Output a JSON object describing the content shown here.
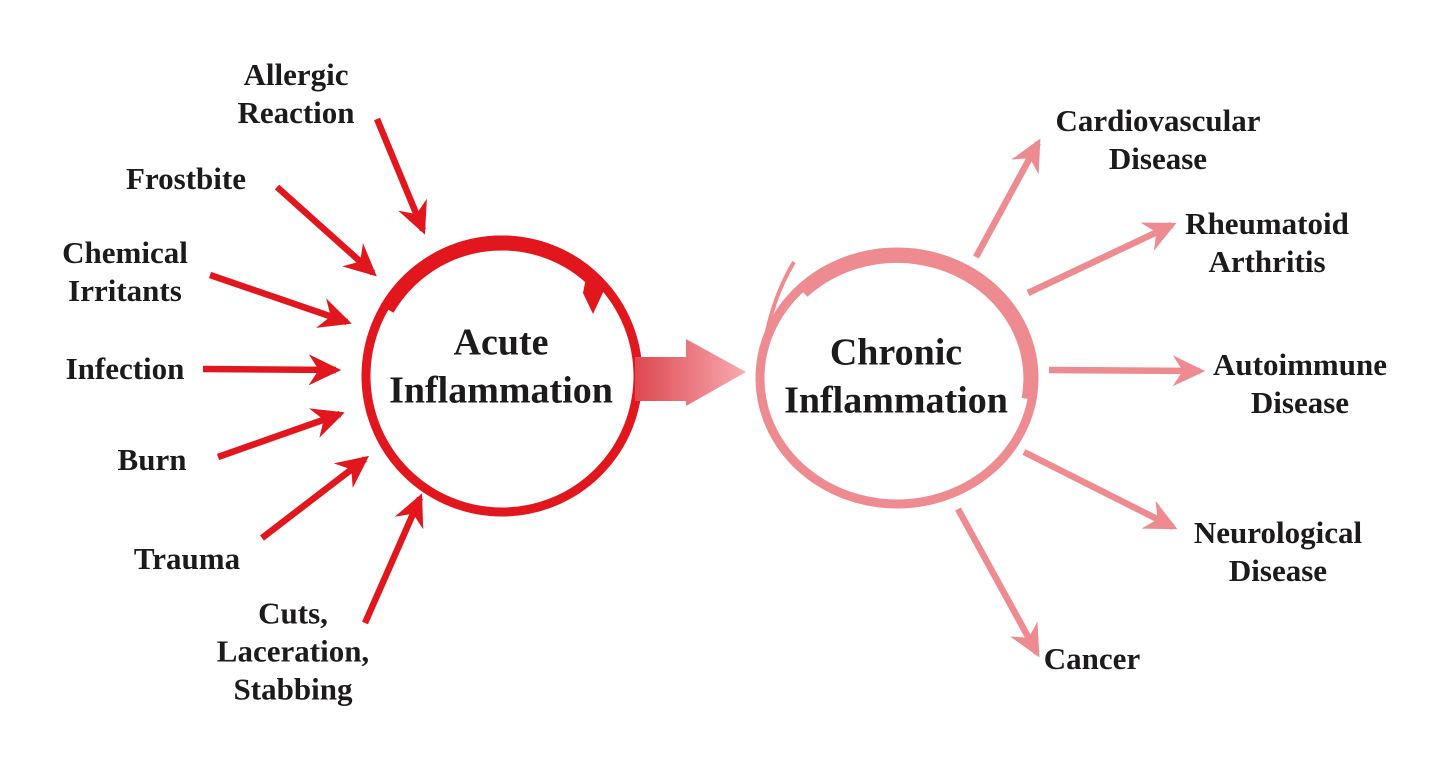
{
  "diagram": {
    "description": "Causes of acute inflammation leading to chronic inflammation and its disease outcomes",
    "colors": {
      "cause_arrow_red": "#e2161d",
      "acute_circle_red": "#e2161d",
      "outcome_arrow_pink": "#ed8b90",
      "chronic_circle_pink": "#ed8b90",
      "transition_arrow_gradient_start": "#de4750",
      "transition_arrow_gradient_end": "#f7abb0",
      "text": "#1c1a1a",
      "background": "#ffffff"
    },
    "acute_node": {
      "lines": [
        "Acute",
        "Inflammation"
      ]
    },
    "chronic_node": {
      "lines": [
        "Chronic",
        "Inflammation"
      ]
    },
    "causes": [
      {
        "id": "allergic-reaction",
        "lines": [
          "Allergic",
          "Reaction"
        ]
      },
      {
        "id": "frostbite",
        "lines": [
          "Frostbite"
        ]
      },
      {
        "id": "chemical-irritants",
        "lines": [
          "Chemical",
          "Irritants"
        ]
      },
      {
        "id": "infection",
        "lines": [
          "Infection"
        ]
      },
      {
        "id": "burn",
        "lines": [
          "Burn"
        ]
      },
      {
        "id": "trauma",
        "lines": [
          "Trauma"
        ]
      },
      {
        "id": "cuts-laceration-stabbing",
        "lines": [
          "Cuts,",
          "Laceration,",
          "Stabbing"
        ]
      }
    ],
    "outcomes": [
      {
        "id": "cardiovascular-disease",
        "lines": [
          "Cardiovascular",
          "Disease"
        ]
      },
      {
        "id": "rheumatoid-arthritis",
        "lines": [
          "Rheumatoid",
          "Arthritis"
        ]
      },
      {
        "id": "autoimmune-disease",
        "lines": [
          "Autoimmune",
          "Disease"
        ]
      },
      {
        "id": "neurological-disease",
        "lines": [
          "Neurological",
          "Disease"
        ]
      },
      {
        "id": "cancer",
        "lines": [
          "Cancer"
        ]
      }
    ]
  }
}
